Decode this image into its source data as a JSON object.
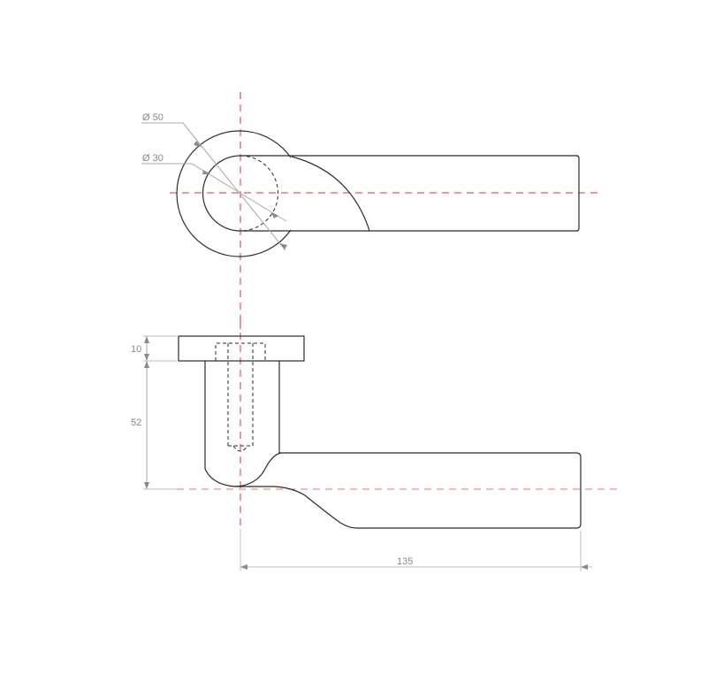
{
  "drawing": {
    "title": "Door lever handle technical drawing",
    "colors": {
      "outline": "#2b2b2b",
      "center_line": "#e03030",
      "dimension": "#8a8a8a",
      "background": "#ffffff"
    },
    "top_view": {
      "rose_outer_diameter_label": "Ø 50",
      "rose_inner_diameter_label": "Ø 30"
    },
    "side_view": {
      "rose_thickness_label": "10",
      "neck_height_label": "52",
      "lever_length_label": "135"
    }
  }
}
